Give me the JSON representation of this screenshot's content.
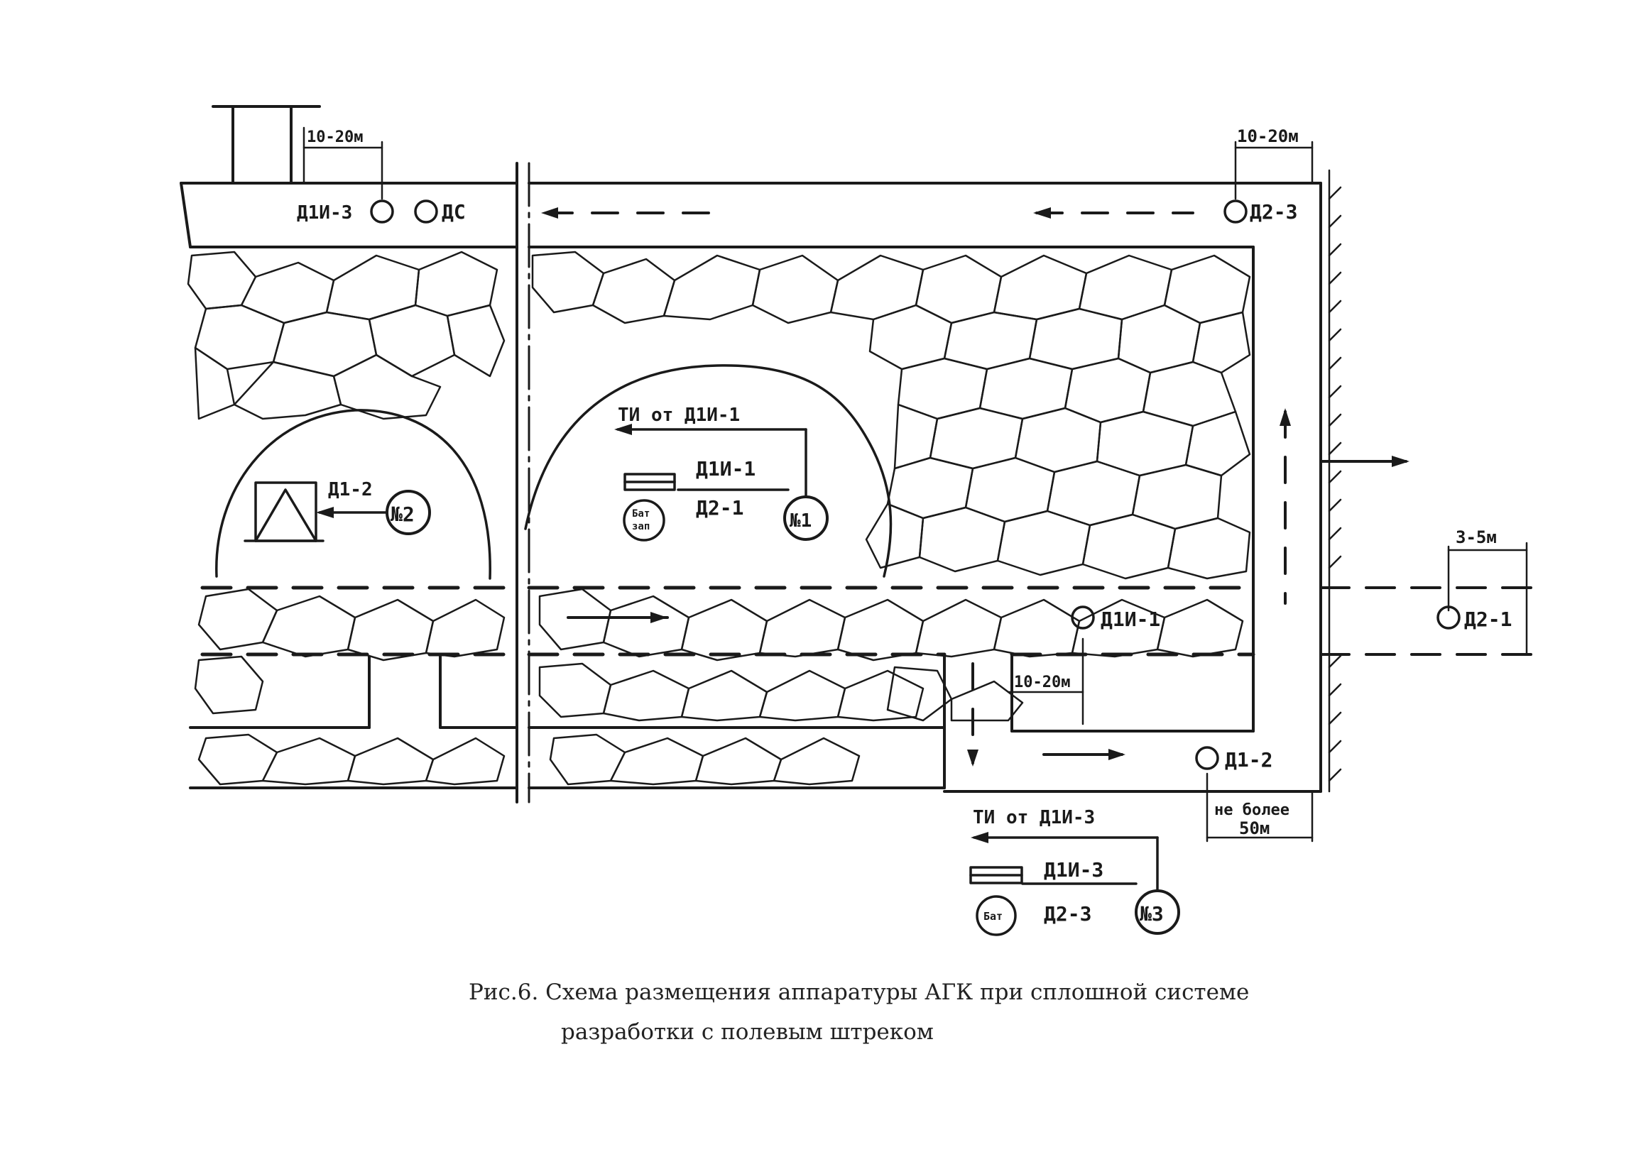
{
  "labels": {
    "dim_top_left": "10-20м",
    "dim_top_right": "10-20м",
    "d1i3_top": "Д1И-3",
    "ds": "ДС",
    "d2_3_top": "Д2-3",
    "ti_from_d1i1": "ТИ от Д1И-1",
    "d1i1_label": "Д1И-1",
    "d2_1_label": "Д2-1",
    "n1": "№1",
    "n2": "№2",
    "n3": "№3",
    "d1_2_mid": "Д1-2",
    "d1i1_right": "Д1И-1",
    "dim_mid": "10-20м",
    "dim_3_5": "3-5м",
    "d2_1_right": "Д2-1",
    "d1_2_bottom": "Д1-2",
    "dim_not_more_1": "не более",
    "dim_not_more_2": "50м",
    "ti_from_d1i3": "ТИ от Д1И-3",
    "d1i3_bottom": "Д1И-3",
    "d2_3_bottom": "Д2-3",
    "battery_n1_1": "Бат",
    "battery_n1_2": "зап",
    "battery_n3": "Бат"
  },
  "caption": {
    "line1": "Рис.6. Схема размещения аппаратуры АГК при сплошной системе",
    "line2": "разработки с полевым штреком"
  }
}
